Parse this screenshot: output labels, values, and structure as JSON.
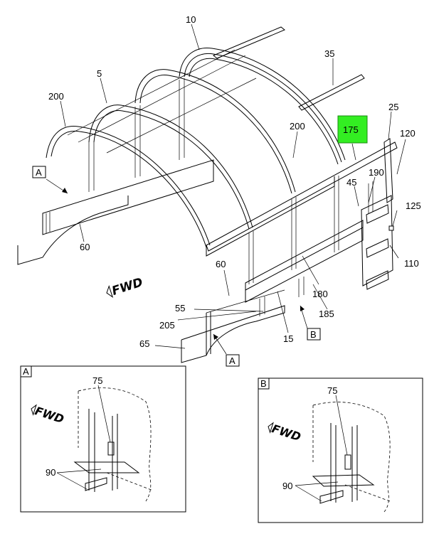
{
  "colors": {
    "highlight": "#33ee22",
    "ink": "#000000",
    "background": "#ffffff"
  },
  "callouts": {
    "c10": "10",
    "c35": "35",
    "c5": "5",
    "c200a": "200",
    "c200b": "200",
    "c175": "175",
    "c25": "25",
    "c120": "120",
    "c190": "190",
    "c45": "45",
    "c125": "125",
    "c60a": "60",
    "c60b": "60",
    "c110": "110",
    "c180": "180",
    "c55": "55",
    "c205": "205",
    "c185": "185",
    "c65": "65",
    "c15": "15",
    "detA_75": "75",
    "detA_90": "90",
    "detB_75": "75",
    "detB_90": "90"
  },
  "view_refs": {
    "a1": "A",
    "a2": "A",
    "b1": "B",
    "detail_a": "A",
    "detail_b": "B"
  },
  "fwd_labels": {
    "main": "FWD",
    "detail_a": "FWD",
    "detail_b": "FWD"
  }
}
